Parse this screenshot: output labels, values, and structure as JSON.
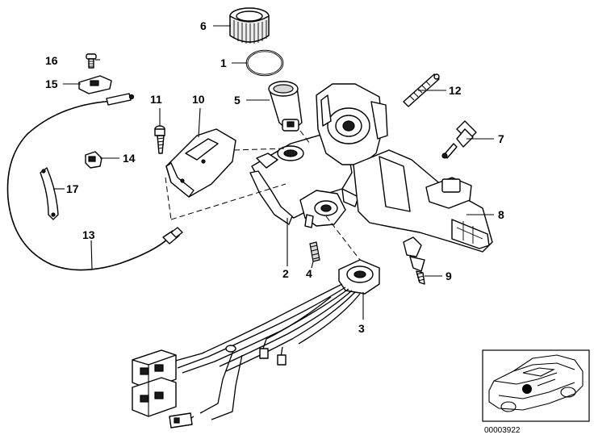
{
  "callouts": {
    "c1": "1",
    "c2": "2",
    "c3": "3",
    "c4": "4",
    "c5": "5",
    "c6": "6",
    "c7": "7",
    "c8": "8",
    "c9": "9",
    "c10": "10",
    "c11": "11",
    "c12": "12",
    "c13": "13",
    "c14": "14",
    "c15": "15",
    "c16": "16",
    "c17": "17"
  },
  "reference_number": "00003922",
  "colors": {
    "line": "#000000",
    "background": "#ffffff"
  }
}
